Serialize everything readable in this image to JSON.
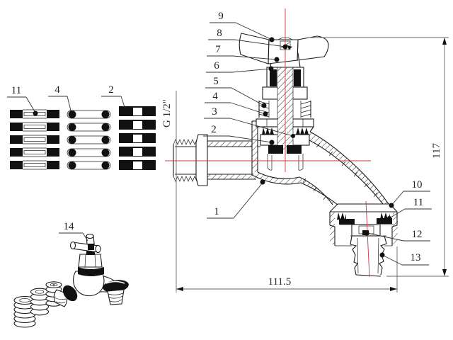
{
  "dims": {
    "height": "117",
    "length": "111.5",
    "thread": "G 1/2\""
  },
  "callouts": {
    "c1": "1",
    "c2": "2",
    "c3": "3",
    "c4": "4",
    "c5": "5",
    "c6": "6",
    "c7": "7",
    "c8": "8",
    "c9": "9",
    "c10": "10",
    "c11": "11",
    "c12": "12",
    "c13": "13",
    "c14": "14"
  },
  "colors": {
    "line": "#1c1c1c",
    "centerline": "#d23535",
    "dimension": "#555555",
    "black_fill": "#111111",
    "background": "#ffffff"
  }
}
